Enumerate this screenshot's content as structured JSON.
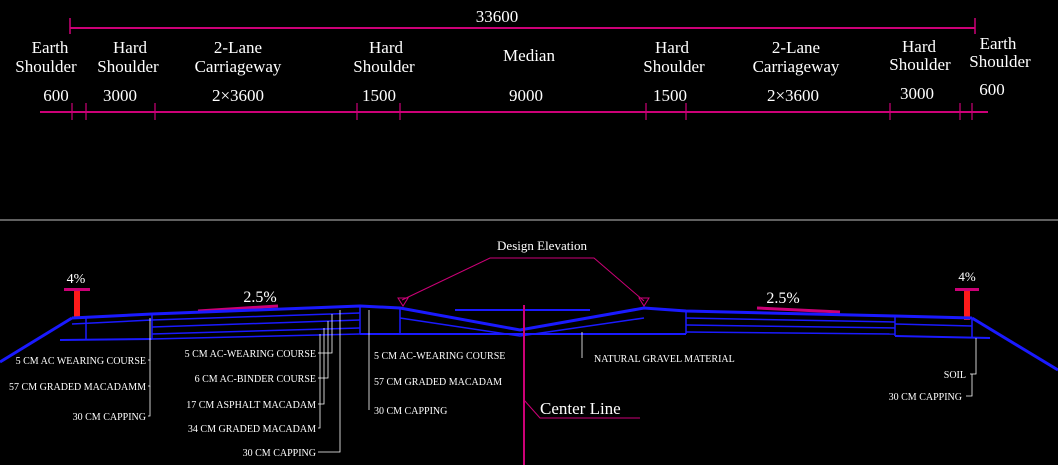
{
  "total_width": "33600",
  "columns": [
    {
      "id": "earth-l",
      "line1": "Earth",
      "line2": "Shoulder",
      "width": "600"
    },
    {
      "id": "hard-l-outer",
      "line1": "Hard",
      "line2": "Shoulder",
      "width": "3000"
    },
    {
      "id": "carriage-l",
      "line1": "2-Lane",
      "line2": "Carriageway",
      "width": "2×3600"
    },
    {
      "id": "hard-l-inner",
      "line1": "Hard",
      "line2": "Shoulder",
      "width": "1500"
    },
    {
      "id": "median",
      "line1": "Median",
      "line2": "",
      "width": "9000"
    },
    {
      "id": "hard-r-inner",
      "line1": "Hard",
      "line2": "Shoulder",
      "width": "1500"
    },
    {
      "id": "carriage-r",
      "line1": "2-Lane",
      "line2": "Carriageway",
      "width": "2×3600"
    },
    {
      "id": "hard-r-outer",
      "line1": "Hard",
      "line2": "Shoulder",
      "width": "3000"
    },
    {
      "id": "earth-r",
      "line1": "Earth",
      "line2": "Shoulder",
      "width": "600"
    }
  ],
  "design_elevation": "Design Elevation",
  "slope_left_outer": "4%",
  "slope_right_outer": "4%",
  "slope_left_main": "2.5%",
  "slope_right_main": "2.5%",
  "center_line": "Center Line",
  "layers_shoulder_left": [
    "5 CM AC WEARING COURSE",
    "57 CM GRADED MACADAMM",
    "30 CM CAPPING"
  ],
  "layers_carriageway": [
    "5 CM AC-WEARING COURSE",
    "6 CM AC-BINDER COURSE",
    "17 CM ASPHALT MACADAM",
    "34 CM GRADED MACADAM",
    "30 CM CAPPING"
  ],
  "layers_inner_shoulder": [
    "5 CM AC-WEARING COURSE",
    "57 CM GRADED MACADAM",
    "30 CM CAPPING"
  ],
  "median_fill": "NATURAL GRAVEL MATERIAL",
  "layers_right": [
    "SOIL",
    "30 CM CAPPING"
  ],
  "colors": {
    "background": "#000000",
    "dimension": "#cc0077",
    "structure": "#1a1aff",
    "marker": "#ff1a1a",
    "text": "#ffffff",
    "separator": "#ffffff"
  }
}
